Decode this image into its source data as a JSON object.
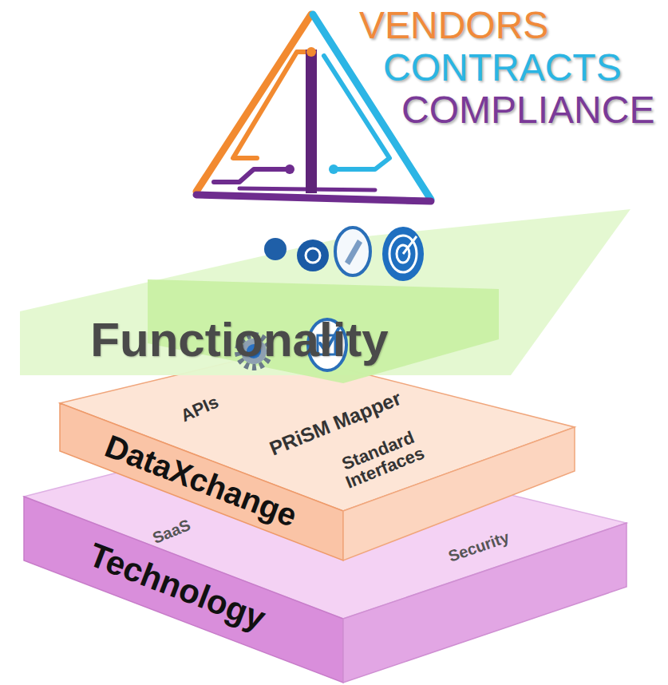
{
  "diagram": {
    "nodes": [
      {
        "text": [
          "Functionality"
        ]
      },
      {
        "text": [
          "DataXchange",
          "APIs",
          "PRiSM Mapper",
          "Standard Interfaces"
        ]
      },
      {
        "text": [
          "Technology",
          "SaaS",
          "Security"
        ]
      }
    ],
    "labels": [
      "VENDORS",
      "CONTRACTS",
      "COMPLIANCE"
    ]
  }
}
